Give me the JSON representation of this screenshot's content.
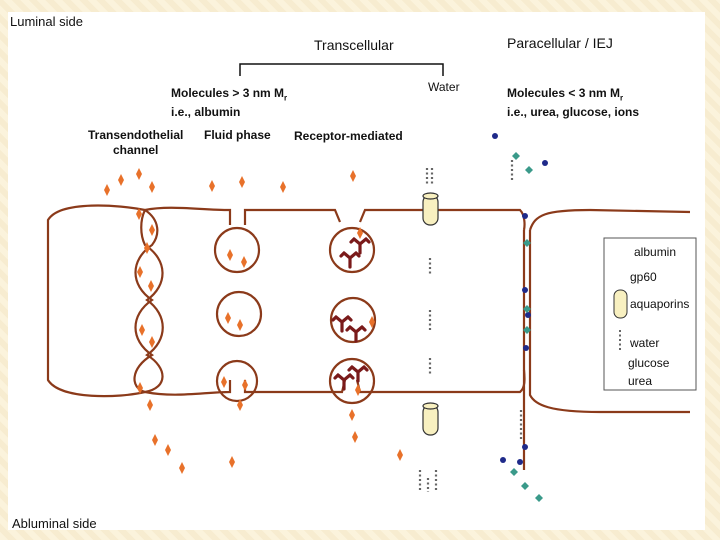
{
  "labels": {
    "luminal": "Luminal side",
    "abluminal": "Abluminal side",
    "transcellular": "Transcellular",
    "paracellular": "Paracellular / IEJ",
    "water": "Water",
    "large_molecules_1": "Molecules > 3 nm M",
    "large_molecules_sub": "r",
    "large_molecules_2": "i.e., albumin",
    "small_molecules_1": "Molecules < 3 nm M",
    "small_molecules_sub": "r",
    "small_molecules_2": "i.e., urea, glucose, ions",
    "channel_1": "Transendothelial",
    "channel_2": "channel",
    "fluid_phase": "Fluid phase",
    "receptor": "Receptor-mediated"
  },
  "legend": {
    "albumin": "albumin",
    "gp60": "gp60",
    "aquaporins": "aquaporins",
    "water": "water",
    "glucose": "glucose",
    "urea": "urea"
  },
  "colors": {
    "membrane": "#8b3a1a",
    "albumin": "#e8712a",
    "gp60": "#7a1a1a",
    "urea": "#1f2a8a",
    "glucose": "#3a9a8a",
    "aquaporin": "#f8f0c0",
    "background": "#fdf6e3"
  }
}
